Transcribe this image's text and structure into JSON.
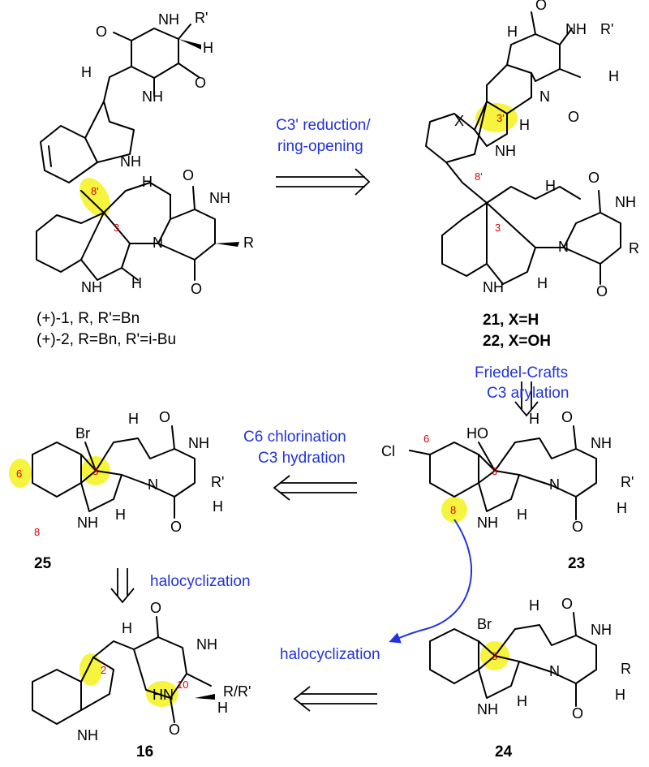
{
  "compounds": {
    "c1": {
      "label": "(+)-1, R, R'=Bn"
    },
    "c2": {
      "label": "(+)-2, R=Bn, R'=i-Bu"
    },
    "c21": {
      "label": "21, X=H"
    },
    "c22": {
      "label": "22, X=OH"
    },
    "c23": {
      "label": "23"
    },
    "c24": {
      "label": "24"
    },
    "c25": {
      "label": "25"
    },
    "c16": {
      "label": "16"
    }
  },
  "steps": {
    "s1_line1": "C3' reduction/",
    "s1_line2": "ring-opening",
    "s2_line1": "Friedel-Crafts",
    "s2_line2": "C3 arylation",
    "s3_line1": "C6 chlorination",
    "s3_line2": "C3 hydration",
    "s4": "halocyclization",
    "s5": "halocyclization"
  },
  "atoms": {
    "O": "O",
    "NH": "NH",
    "N": "N",
    "H": "H",
    "HN": "HN",
    "R": "R",
    "Rp": "R'",
    "RRp": "R/R'",
    "X": "X",
    "Br": "Br",
    "Cl": "Cl",
    "HO": "HO"
  },
  "positions": {
    "p3": "3",
    "p3p": "3'",
    "p8p": "8'",
    "p6": "6",
    "p8": "8",
    "p2": "2",
    "p10": "10"
  },
  "colors": {
    "highlight": "#f4f000",
    "step_text": "#2233dd",
    "position_numbers": "#e00000"
  }
}
